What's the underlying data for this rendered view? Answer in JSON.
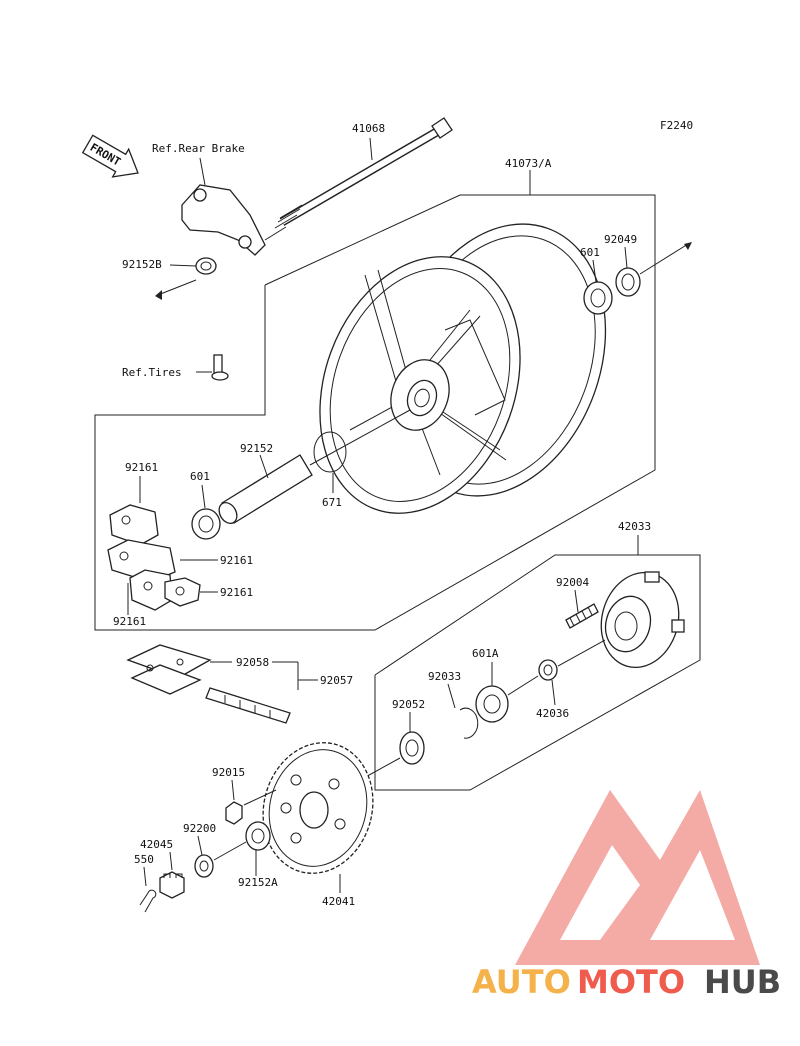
{
  "figure_code": "F2240",
  "front_arrow_label": "FRONT",
  "refs": {
    "rear_brake": "Ref.Rear Brake",
    "tires": "Ref.Tires"
  },
  "parts": {
    "axle": "41068",
    "wheel": "41073/A",
    "collar_left": "92152B",
    "bearing_right": "601",
    "seal_right": "92049",
    "spacer": "92152",
    "oring": "671",
    "bearing_left": "601",
    "damper_top": "92161",
    "damper_mid": "92161",
    "damper_low": "92161",
    "damper_bottom": "92161",
    "coupling": "42033",
    "stud": "92004",
    "collar_coupling": "42036",
    "bearing_coupling": "601A",
    "circlip": "92033",
    "seal_coupling": "92052",
    "chain_link": "92058",
    "chain": "92057",
    "nut": "92015",
    "washer": "92200",
    "nut_castle": "42045",
    "cotter_pin": "550",
    "collar_sprocket": "92152A",
    "sprocket": "42041"
  },
  "watermark": {
    "part1": "AUTO",
    "part2": "MOTO",
    "part3": "HUB",
    "color1": "#f5b14a",
    "color2": "#ef5b4c",
    "color3": "#4a4a4a"
  }
}
